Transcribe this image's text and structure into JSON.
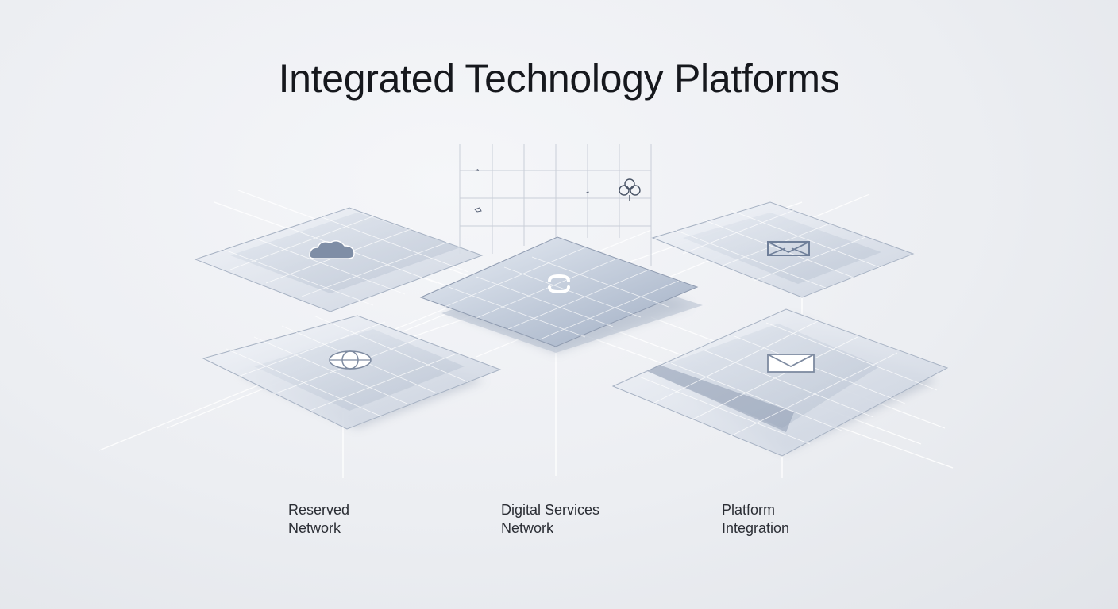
{
  "title": "Integrated Technology Platforms",
  "captions": {
    "left": {
      "line1": "Reserved",
      "line2": "Network"
    },
    "center": {
      "line1": "Digital Services",
      "line2": "Network"
    },
    "right": {
      "line1": "Platform",
      "line2": "Integration"
    }
  },
  "platforms": [
    {
      "id": "top-left",
      "icon": "cloud-icon"
    },
    {
      "id": "center",
      "icon": "link-icon"
    },
    {
      "id": "top-right",
      "icon": "envelope-outline-icon"
    },
    {
      "id": "bottom-left",
      "icon": "globe-icon"
    },
    {
      "id": "bottom-right",
      "icon": "envelope-icon"
    }
  ],
  "floating_icons": [
    "flower-network-icon",
    "small-glyph-icon"
  ],
  "colors": {
    "background": "#eceef2",
    "panel_fill": "#dfe4ec",
    "panel_edge": "#9aa6b8",
    "accent": "#6f7f99",
    "text": "#16181d"
  }
}
